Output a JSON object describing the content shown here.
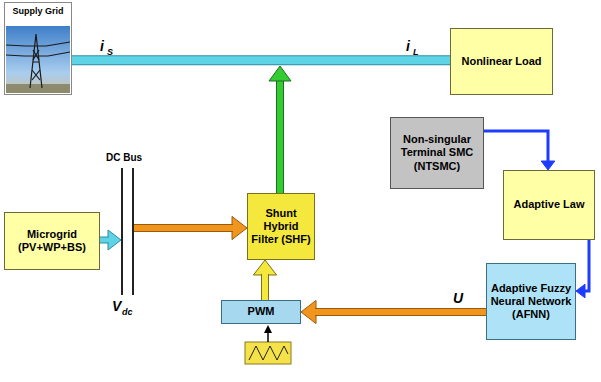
{
  "diagram": {
    "nodes": [
      {
        "text": [
          "Supply Grid"
        ]
      },
      {
        "text": [
          "Nonlinear Load"
        ]
      },
      {
        "text": [
          "Microgrid (PV+WP+BS)"
        ]
      },
      {
        "text": [
          "Shunt Hybrid Filter (SHF)"
        ]
      },
      {
        "text": [
          "Non-singular Terminal SMC (NTSMC)"
        ]
      },
      {
        "text": [
          "Adaptive Law"
        ]
      },
      {
        "text": [
          "Adaptive Fuzzy Neural Network (AFNN)"
        ]
      },
      {
        "text": [
          "PWM"
        ]
      }
    ],
    "edges": [
      {
        "from": 0,
        "to": 1,
        "arrow": "none"
      },
      {
        "from": 2,
        "to": 3,
        "arrow": "to"
      },
      {
        "from": 4,
        "to": 5,
        "arrow": "to"
      },
      {
        "from": 5,
        "to": 6,
        "arrow": "to"
      },
      {
        "from": 6,
        "to": 7,
        "label": "U",
        "arrow": "to"
      },
      {
        "from": 7,
        "to": 3,
        "arrow": "to"
      }
    ],
    "labels": [
      "i",
      "S",
      "i",
      "L",
      "DC Bus",
      "V",
      "dc"
    ]
  }
}
